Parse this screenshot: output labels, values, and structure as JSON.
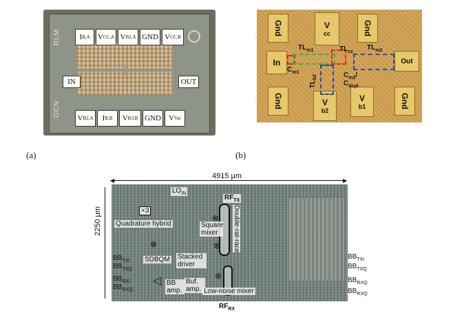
{
  "panel_a": {
    "label": "(a)",
    "side_top": "RLM",
    "side_bottom": "OCN",
    "top_pads": [
      "I",
      "V",
      "V",
      "GND",
      "V"
    ],
    "top_subs": [
      "B,A",
      "CC,A",
      "B2,A",
      "",
      "CC,B"
    ],
    "bottom_pads": [
      "V",
      "I",
      "V",
      "GND",
      "V"
    ],
    "bottom_subs": [
      "B2,A",
      "B,B",
      "B3,B",
      "",
      "Var"
    ],
    "in_label": "IN",
    "out_label": "OUT"
  },
  "panel_b": {
    "label": "(b)",
    "pads": [
      "Gnd",
      "Gnd",
      "Gnd",
      "Gnd",
      "In",
      "Out"
    ],
    "vcc": "V",
    "vcc_sub": "cc",
    "vb2": "V",
    "vb2_sub": "b2",
    "vb1": "V",
    "vb1_sub": "b1",
    "tl_m1": "TL",
    "tl_m1_sub": "m1",
    "tl_cc": "TL",
    "tl_cc_sub": "cc",
    "tl_m2": "TL",
    "tl_m2_sub": "m2",
    "tl_b2": "TL",
    "tl_b2_sub": "b2",
    "c_m1": "C",
    "c_m1_sub": "m1",
    "c_m2": "C",
    "c_m2_sub": "m2",
    "c_dcpl": "C",
    "c_dcpl_sub": "dcpl",
    "box_colors": [
      "#e02a1a",
      "#37b34a",
      "#2c4aa8",
      "#d8a030",
      "#9a4ec8"
    ]
  },
  "panel_c": {
    "width_dim": "4915 μm",
    "height_dim": "2250 μm",
    "lo_in": "LO",
    "lo_in_sub": "IN",
    "rf_tx": "RF",
    "rf_tx_sub": "TX",
    "rf_rx": "RF",
    "rf_rx_sub": "RX",
    "times3": "×3",
    "quadrature": "Quadrature hybrid",
    "square_mixer": "Square mixer",
    "double_rat_race": "Double-rat-race",
    "sdbqm": "SDBQM",
    "stacked_driver": "Stacked driver",
    "bb_amp": "BB amp.",
    "buf_amp": "Buf. amp.",
    "low_noise_mixer": "Low-noise mixer",
    "bb_left": [
      "BB",
      "BB",
      "BB",
      "BB"
    ],
    "bb_left_subs": [
      "TXI",
      "TXQ",
      "RXI",
      "RXQ"
    ],
    "bb_right": [
      "BB",
      "BB",
      "BB",
      "BB"
    ],
    "bb_right_subs": [
      "TXI",
      "TXQ",
      "RXQ",
      "RXQ"
    ]
  }
}
